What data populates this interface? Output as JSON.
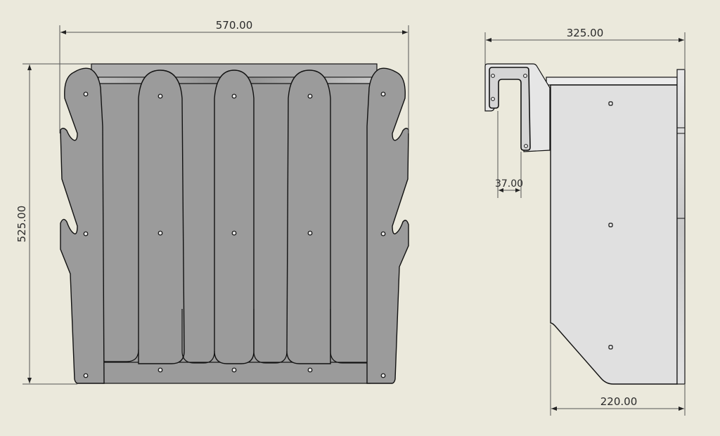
{
  "drawing": {
    "background": "#ebe9dc",
    "part_fill_front": "#9b9b9b",
    "part_fill_side": "#e0e0e0",
    "outline": "#111111",
    "dimension_line": "#555555"
  },
  "front_view": {
    "width_dimension": "570.00",
    "height_dimension": "525.00",
    "fingers": 5,
    "mounting_holes": 15
  },
  "side_view": {
    "overall_depth_dimension": "325.00",
    "hook_width_dimension": "37.00",
    "base_depth_dimension": "220.00",
    "mounting_holes": 3
  }
}
